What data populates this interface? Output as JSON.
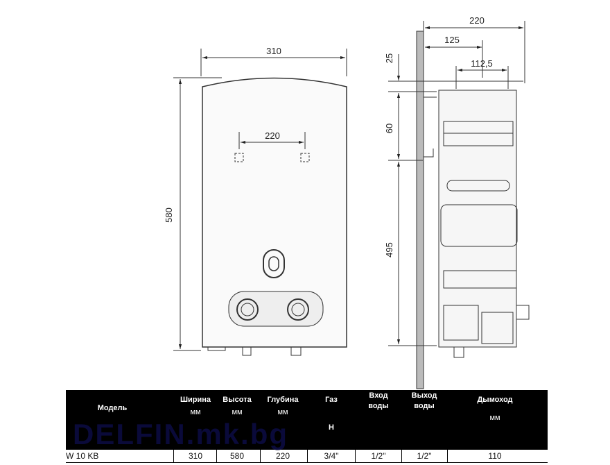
{
  "front_view": {
    "width_dim": "310",
    "height_dim": "580",
    "mount_dim": "220"
  },
  "side_view": {
    "depth_dim": "220",
    "dim_125": "125",
    "dim_112_5": "112,5",
    "dim_25": "25",
    "dim_60": "60",
    "dim_495": "495"
  },
  "table": {
    "watermark": "DELFIN.mk.bg",
    "headers": {
      "model": "Модель",
      "width": "Ширина",
      "width_unit": "мм",
      "height": "Высота",
      "height_unit": "мм",
      "depth": "Глубина",
      "depth_unit": "мм",
      "gas": "Газ",
      "gas_unit": "Н",
      "water_in_1": "Вход",
      "water_in_2": "воды",
      "water_out_1": "Выход",
      "water_out_2": "воды",
      "flue": "Дымоход",
      "flue_unit": "мм"
    },
    "row": {
      "model": "W 10 KB",
      "width": "310",
      "height": "580",
      "depth": "220",
      "gas": "3/4\"",
      "water_in": "1/2\"",
      "water_out": "1/2\"",
      "flue": "110"
    }
  }
}
